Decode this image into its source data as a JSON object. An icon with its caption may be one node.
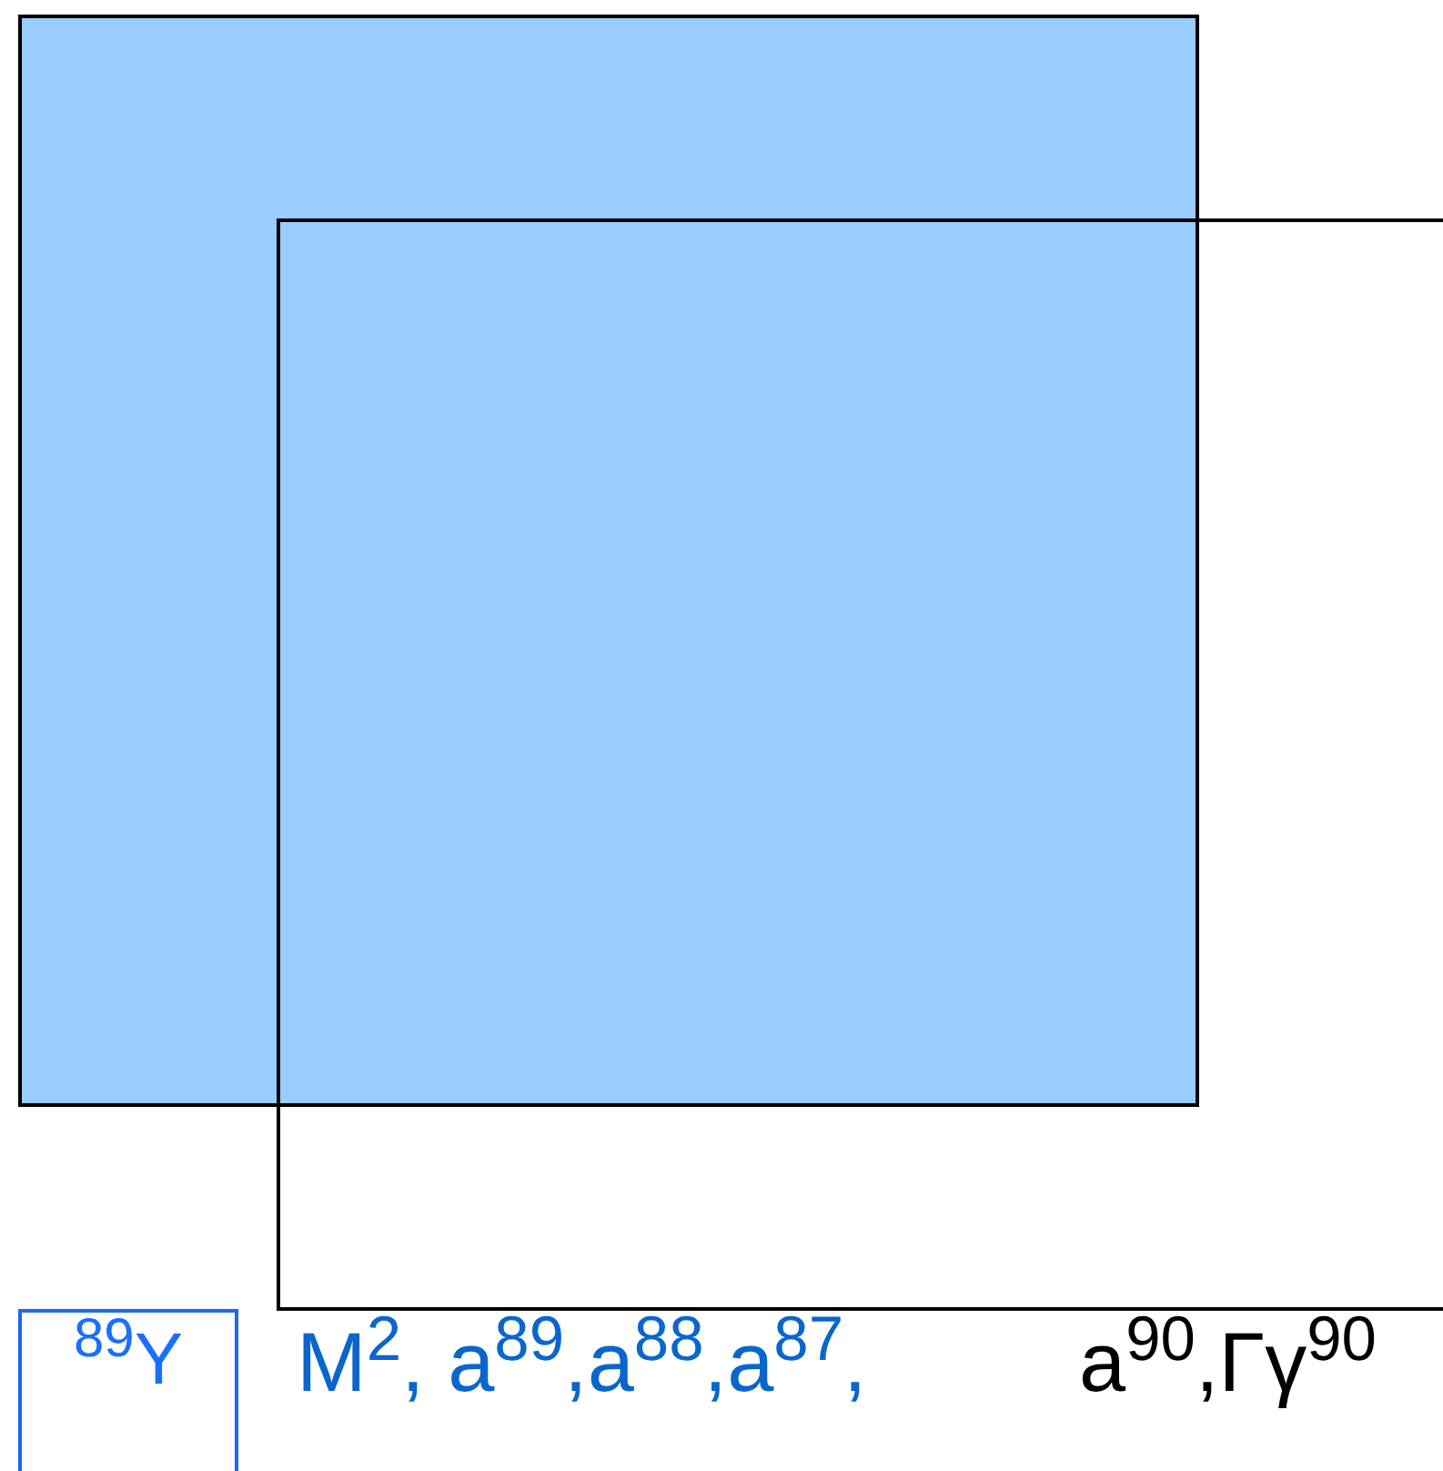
{
  "diagram": {
    "nodes": [
      {
        "text": [],
        "shape": "box"
      },
      {
        "text": [],
        "shape": "box"
      },
      {
        "text": [
          "$^{89}$Y"
        ]
      }
    ],
    "labels": [
      "M$^{2}$, a$^{89}$,a$^{88}$,a$^{87}$,",
      "a$^{90}$,Γγ$^{90}$"
    ]
  }
}
